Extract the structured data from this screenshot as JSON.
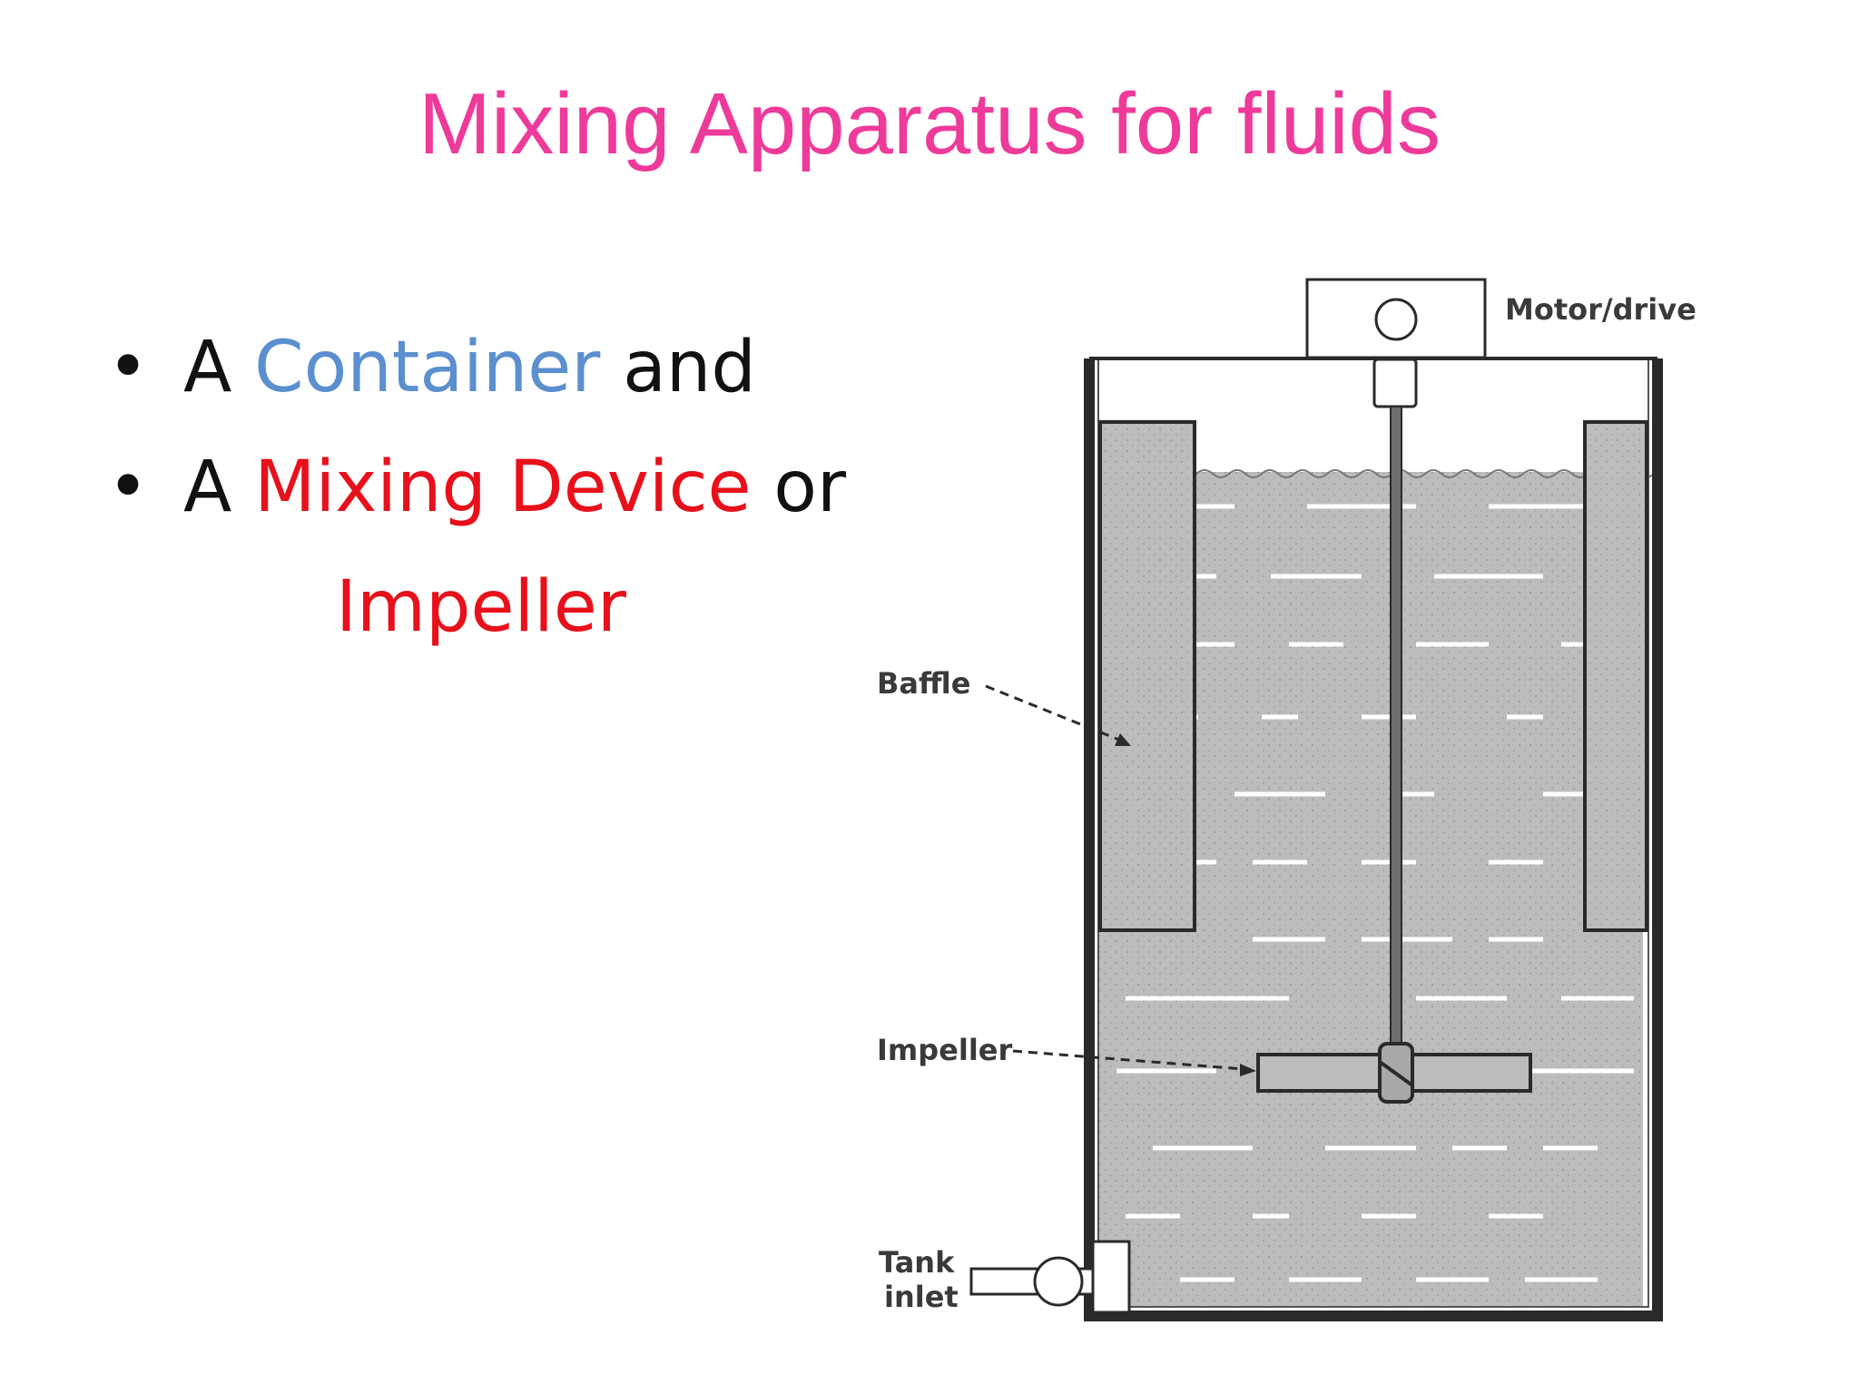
{
  "title": "Mixing Apparatus for fluids",
  "bullets": [
    {
      "marker": "•",
      "prefix": "A ",
      "highlight": "Container",
      "highlight_color": "#5b8fcf",
      "suffix": " and"
    },
    {
      "marker": "•",
      "prefix": "A ",
      "highlight": "Mixing Device",
      "highlight_color": "#e8101a",
      "suffix": " or"
    }
  ],
  "continuation": "Impeller",
  "diagram": {
    "labels": {
      "motor": "Motor/drive",
      "baffle": "Baffle",
      "impeller": "Impeller",
      "inlet_line1": "Tank",
      "inlet_line2": "inlet"
    }
  },
  "colors": {
    "title": "#ee3a9a",
    "fluid": "#bcbcbc",
    "outline": "#2a2a2a"
  }
}
